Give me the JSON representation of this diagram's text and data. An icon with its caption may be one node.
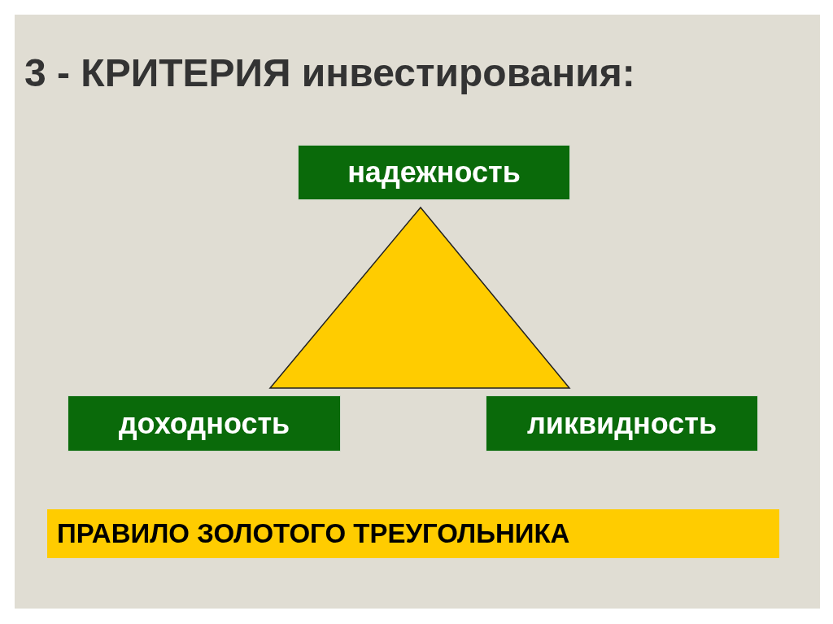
{
  "diagram": {
    "title": "3 - КРИТЕРИЯ инвестирования:",
    "nodes": [
      {
        "text": [
          "надежность"
        ]
      },
      {
        "text": [
          "доходность"
        ]
      },
      {
        "text": [
          "ликвидность"
        ]
      },
      {
        "text": [
          "ПРАВИЛО ЗОЛОТОГО ТРЕУГОЛЬНИКА"
        ]
      }
    ]
  }
}
